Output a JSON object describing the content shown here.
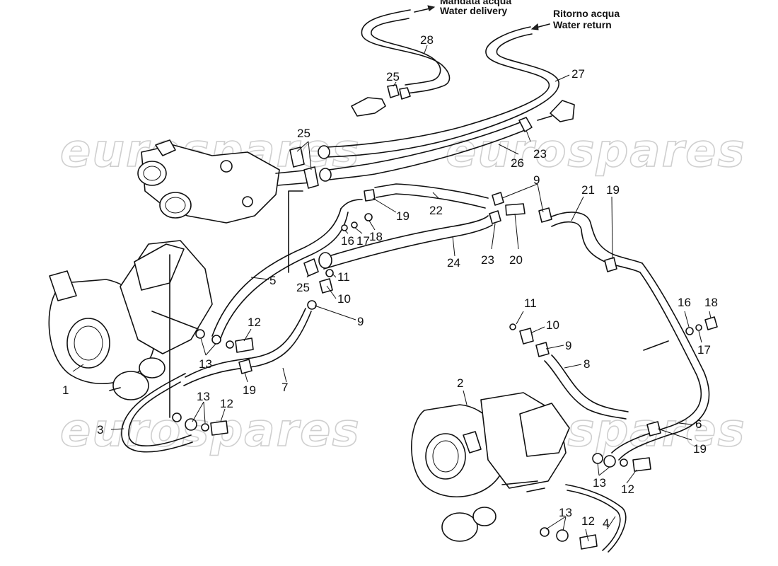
{
  "watermark": "eurospares",
  "flow_labels": {
    "delivery_it": "Mandata acqua",
    "delivery_en": "Water delivery",
    "return_it": "Ritorno acqua",
    "return_en": "Water return"
  },
  "callouts": [
    {
      "id": "c1",
      "text": "1"
    },
    {
      "id": "c2",
      "text": "2"
    },
    {
      "id": "c3",
      "text": "3"
    },
    {
      "id": "c4",
      "text": "4"
    },
    {
      "id": "c5",
      "text": "5"
    },
    {
      "id": "c6",
      "text": "6"
    },
    {
      "id": "c7",
      "text": "7"
    },
    {
      "id": "c8",
      "text": "8"
    },
    {
      "id": "c9a",
      "text": "9"
    },
    {
      "id": "c9b",
      "text": "9"
    },
    {
      "id": "c9c",
      "text": "9"
    },
    {
      "id": "c10a",
      "text": "10"
    },
    {
      "id": "c10b",
      "text": "10"
    },
    {
      "id": "c11a",
      "text": "11"
    },
    {
      "id": "c11b",
      "text": "11"
    },
    {
      "id": "c12a",
      "text": "12"
    },
    {
      "id": "c12b",
      "text": "12"
    },
    {
      "id": "c12c",
      "text": "12"
    },
    {
      "id": "c12d",
      "text": "12"
    },
    {
      "id": "c13a",
      "text": "13"
    },
    {
      "id": "c13b",
      "text": "13"
    },
    {
      "id": "c13c",
      "text": "13"
    },
    {
      "id": "c13d",
      "text": "13"
    },
    {
      "id": "c16a",
      "text": "16"
    },
    {
      "id": "c16b",
      "text": "16"
    },
    {
      "id": "c17a",
      "text": "17"
    },
    {
      "id": "c17b",
      "text": "17"
    },
    {
      "id": "c18a",
      "text": "18"
    },
    {
      "id": "c18b",
      "text": "18"
    },
    {
      "id": "c19a",
      "text": "19"
    },
    {
      "id": "c19b",
      "text": "19"
    },
    {
      "id": "c19c",
      "text": "19"
    },
    {
      "id": "c19d",
      "text": "19"
    },
    {
      "id": "c20",
      "text": "20"
    },
    {
      "id": "c21",
      "text": "21"
    },
    {
      "id": "c22",
      "text": "22"
    },
    {
      "id": "c23a",
      "text": "23"
    },
    {
      "id": "c23b",
      "text": "23"
    },
    {
      "id": "c24",
      "text": "24"
    },
    {
      "id": "c25a",
      "text": "25"
    },
    {
      "id": "c25b",
      "text": "25"
    },
    {
      "id": "c25c",
      "text": "25"
    },
    {
      "id": "c26",
      "text": "26"
    },
    {
      "id": "c27",
      "text": "27"
    },
    {
      "id": "c28",
      "text": "28"
    }
  ]
}
